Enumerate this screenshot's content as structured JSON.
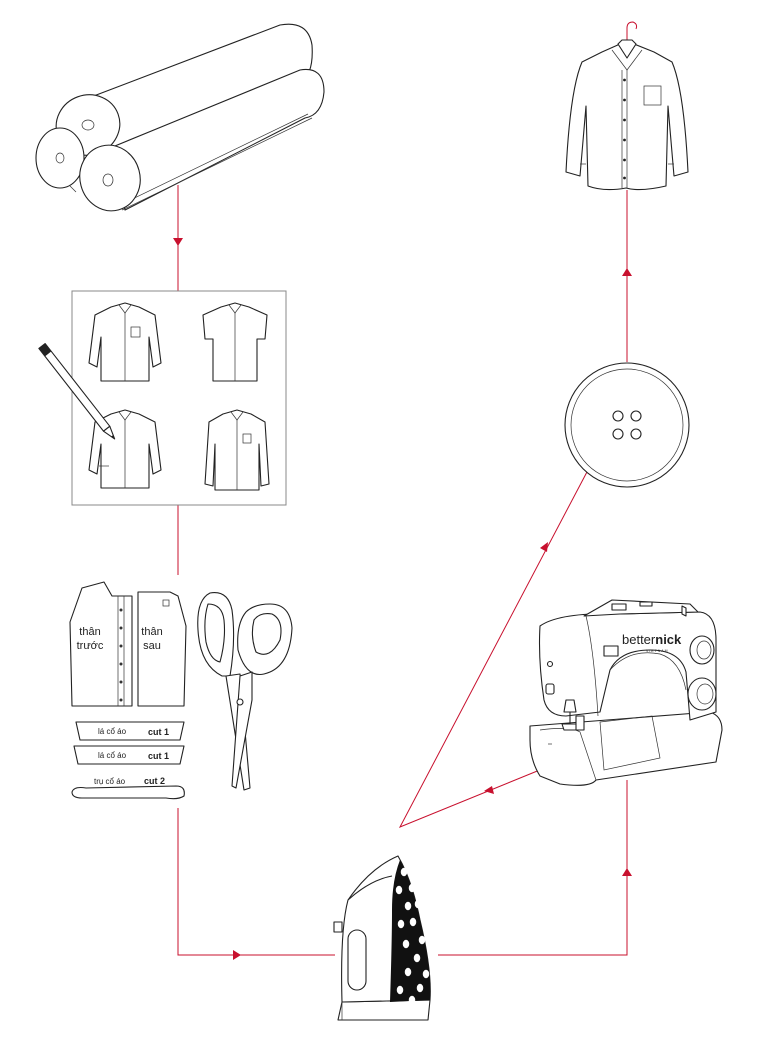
{
  "colors": {
    "flow": "#c8102e",
    "ink": "#222222"
  },
  "pattern_labels": {
    "front_panel": [
      "thân",
      "trước"
    ],
    "back_panel": [
      "thân",
      "sau"
    ],
    "collar_leaf_1": "lá cổ áo",
    "collar_leaf_1_cut": "cut 1",
    "collar_leaf_2": "lá cổ áo",
    "collar_leaf_2_cut": "cut 1",
    "collar_band": "trụ cổ áo",
    "collar_band_cut": "cut 2"
  },
  "machine_brand": {
    "prefix": "better",
    "suffix": "nick",
    "sub": "VIETNAM"
  },
  "icons": [
    "fabric-rolls-icon",
    "design-sketch-icon",
    "pencil-icon",
    "pattern-pieces-icon",
    "scissors-icon",
    "iron-icon",
    "sewing-machine-icon",
    "button-icon",
    "finished-shirt-icon"
  ]
}
